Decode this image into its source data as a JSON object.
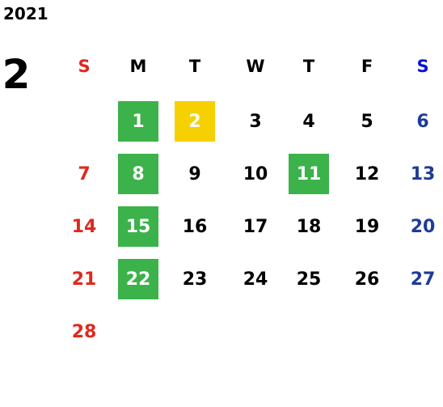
{
  "calendar": {
    "year": "2021",
    "month": "2",
    "weekday_headers": [
      "S",
      "M",
      "T",
      "W",
      "T",
      "F",
      "S"
    ],
    "first_weekday_index": 1,
    "days_in_month": 28,
    "colors": {
      "default": "#000000",
      "sunday": "#e0281e",
      "saturday_header": "#0a14d2",
      "saturday": "#1e3c96",
      "holiday_bg": "#3cb24a",
      "special_bg": "#f6d000",
      "highlight_text": "#ffffff"
    },
    "holidays": [
      1,
      8,
      11,
      15,
      22
    ],
    "special_days": [
      2
    ]
  }
}
